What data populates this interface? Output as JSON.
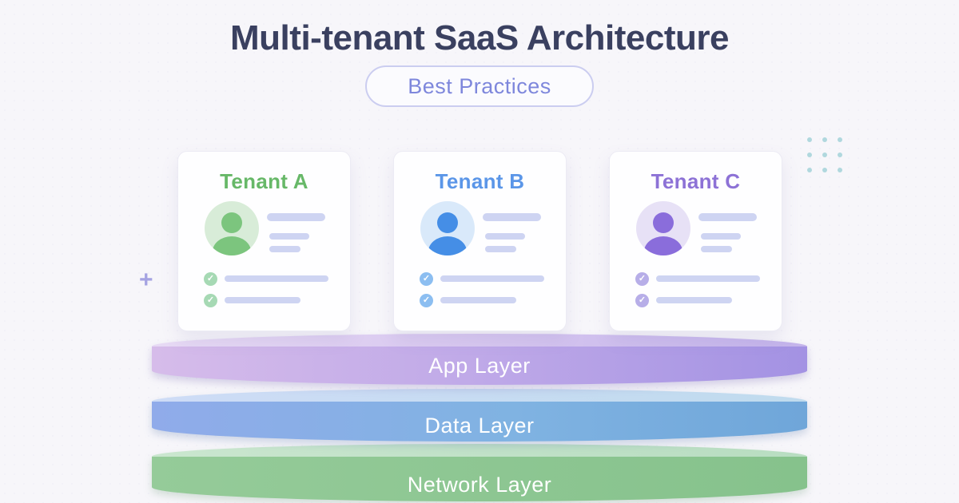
{
  "page": {
    "title": "Multi-tenant SaaS Architecture",
    "badge_label": "Best Practices"
  },
  "tenants": [
    {
      "name": "Tenant A",
      "accent": "#67b868",
      "avatar_bg": "#d8ecd8",
      "person_color": "#7cc57e",
      "check_bg": "#a6d9b4"
    },
    {
      "name": "Tenant B",
      "accent": "#5b96e8",
      "avatar_bg": "#d9e9fa",
      "person_color": "#458ee6",
      "check_bg": "#8cbef1"
    },
    {
      "name": "Tenant C",
      "accent": "#8d72d6",
      "avatar_bg": "#e7e1f6",
      "person_color": "#8a6ddb",
      "check_bg": "#b7aee8"
    }
  ],
  "layers": [
    {
      "label": "App Layer",
      "color_left": "#d6bcea",
      "color_right": "#a392e3"
    },
    {
      "label": "Data Layer",
      "color_left": "#90abea",
      "color_right": "#6fa6d9"
    },
    {
      "label": "Network Layer",
      "color_left": "#95cb99",
      "color_right": "#86c28c"
    }
  ],
  "decorations": {
    "plus_glyph": "+",
    "dots_color": "#b0d8de",
    "background": "#f7f6fa",
    "title_color": "#3a4060",
    "badge_text_color": "#7e87dc"
  },
  "check_glyph": "✓"
}
